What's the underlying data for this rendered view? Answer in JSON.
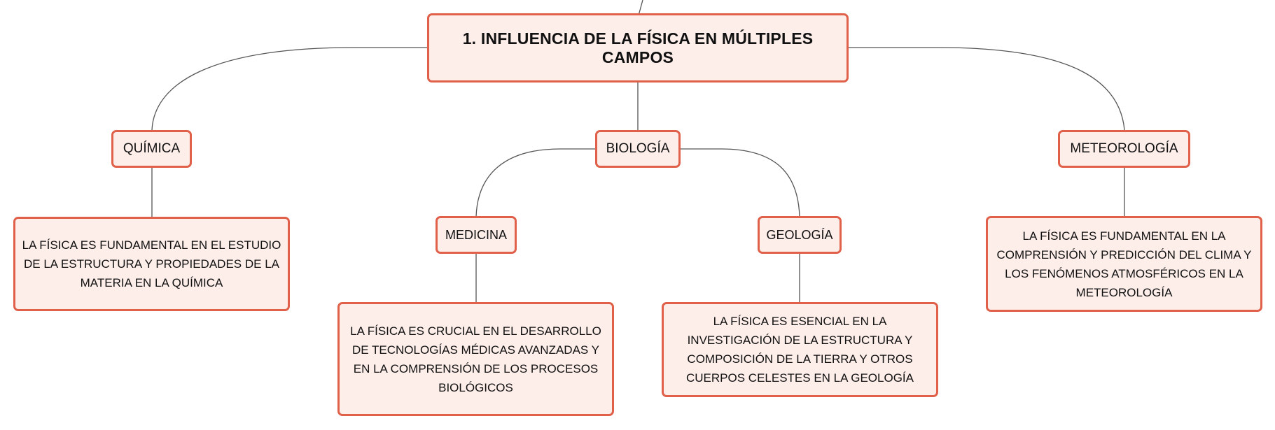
{
  "mindmap": {
    "root": {
      "label": "1. INFLUENCIA DE LA FÍSICA EN MÚLTIPLES CAMPOS"
    },
    "quimica": {
      "label": "QUÍMICA",
      "detail": "LA FÍSICA ES FUNDAMENTAL EN EL ESTUDIO DE LA ESTRUCTURA Y PROPIEDADES DE LA MATERIA EN LA QUÍMICA"
    },
    "biologia": {
      "label": "BIOLOGÍA",
      "medicina": {
        "label": "MEDICINA",
        "detail": "LA FÍSICA ES CRUCIAL EN EL DESARROLLO DE TECNOLOGÍAS MÉDICAS AVANZADAS Y EN LA COMPRENSIÓN DE LOS PROCESOS BIOLÓGICOS"
      },
      "geologia": {
        "label": "GEOLOGÍA",
        "detail": "LA FÍSICA ES ESENCIAL EN LA INVESTIGACIÓN DE LA ESTRUCTURA Y COMPOSICIÓN DE LA TIERRA Y OTROS CUERPOS CELESTES EN LA GEOLOGÍA"
      }
    },
    "meteorologia": {
      "label": "METEOROLOGÍA",
      "detail": "LA FÍSICA ES FUNDAMENTAL EN LA COMPRENSIÓN Y PREDICCIÓN DEL CLIMA Y LOS FENÓMENOS ATMOSFÉRICOS EN LA METEOROLOGÍA"
    }
  },
  "colors": {
    "node_border": "#e0604a",
    "node_fill": "#fdeeea",
    "connector": "#555555",
    "text": "#111111"
  }
}
